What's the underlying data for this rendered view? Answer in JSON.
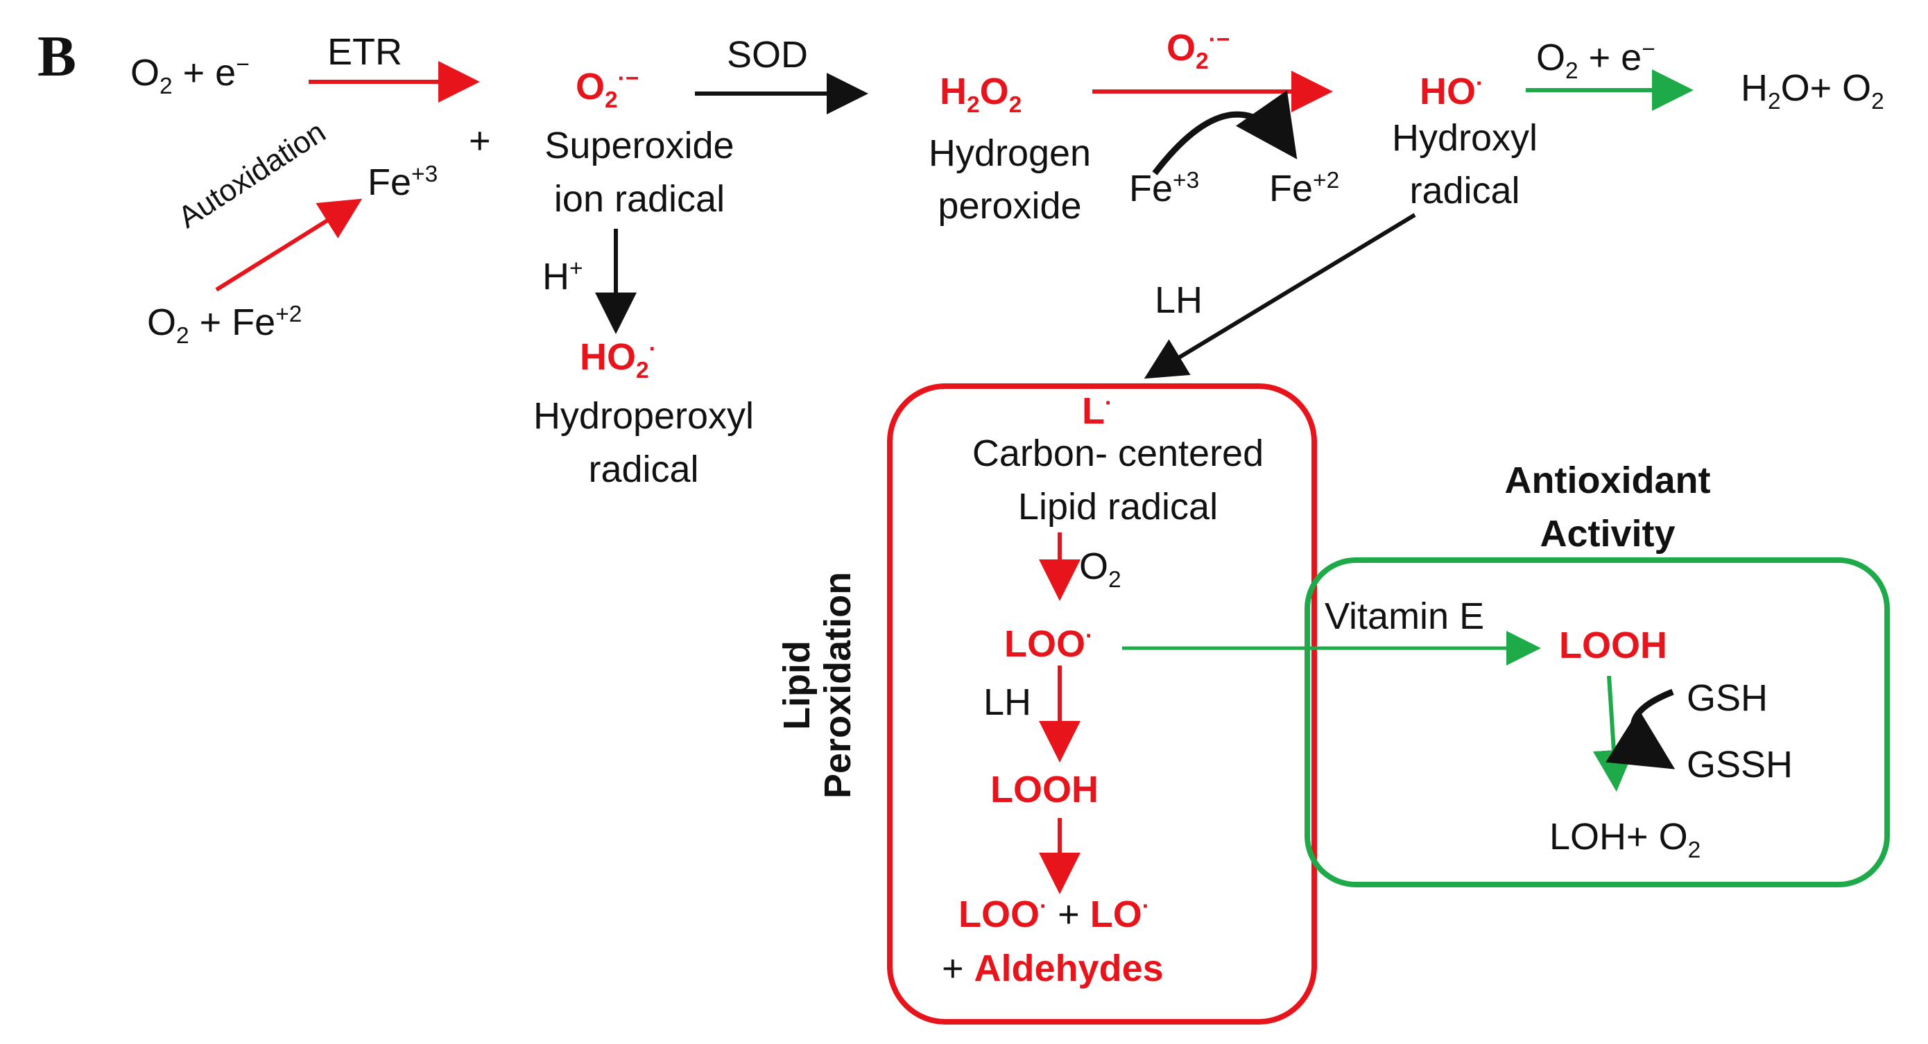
{
  "figure": {
    "panel_label": "B",
    "start": {
      "a": "O",
      "a_sub": "2",
      "b": " + e",
      "b_sup": "−"
    },
    "etr": "ETR",
    "o2_source": {
      "a": "O",
      "a_sub": "2",
      "b": " + Fe",
      "b_sup": "+2"
    },
    "autoxidation": "Autoxidation",
    "fe3_left": {
      "a": "Fe",
      "a_sup": "+3"
    },
    "plus": "+",
    "superoxide": {
      "symbol": "O",
      "sub": "2",
      "sup": "·−",
      "line1": "Superoxide",
      "line2": "ion radical"
    },
    "sod": "SOD",
    "h_plus": {
      "a": "H",
      "a_sup": "+"
    },
    "hydroperoxyl": {
      "symbol": "HO",
      "sub": "2",
      "sup": "·",
      "line1": "Hydroperoxyl",
      "line2": "radical"
    },
    "h2o2": {
      "a": "H",
      "a_sub": "2",
      "b": "O",
      "b_sub": "2",
      "line1": "Hydrogen",
      "line2": "peroxide"
    },
    "o2_catalyst": {
      "symbol": "O",
      "sub": "2",
      "sup": "·−"
    },
    "fe_cycle": {
      "left": "Fe",
      "left_sup": "+3",
      "right": "Fe",
      "right_sup": "+2"
    },
    "hydroxyl": {
      "symbol": "HO",
      "sup": "·",
      "line1": "Hydroxyl",
      "line2": "radical"
    },
    "green_top": {
      "a": "O",
      "a_sub": "2",
      "b": " + e",
      "b_sup": "−"
    },
    "product": {
      "a": "H",
      "a_sub": "2",
      "b": "O+ O",
      "b_sub": "2"
    },
    "lh_top": "LH",
    "lipid": {
      "label_line1": "Lipid",
      "label_line2": "Peroxidation",
      "l_radical": {
        "symbol": "L",
        "sup": "·"
      },
      "carbon_line1": "Carbon- centered",
      "carbon_line2": "Lipid radical",
      "o2": {
        "a": "O",
        "a_sub": "2"
      },
      "loo": {
        "symbol": "LOO",
        "sup": "·"
      },
      "lh": "LH",
      "looh": "LOOH",
      "final": {
        "a": "LOO",
        "a_sup": "·",
        "plus1": " + ",
        "b": "LO",
        "b_sup": "·",
        "plus2": "+ ",
        "c": "Aldehydes"
      }
    },
    "antioxidant": {
      "title_line1": "Antioxidant",
      "title_line2": "Activity",
      "vitamin_e": "Vitamin E",
      "looh": "LOOH",
      "gsh": "GSH",
      "gssh": "GSSH",
      "product": {
        "a": "LOH+ O",
        "a_sub": "2"
      }
    },
    "colors": {
      "red": "#e8141c",
      "green": "#1faa4a",
      "black": "#111111"
    }
  }
}
